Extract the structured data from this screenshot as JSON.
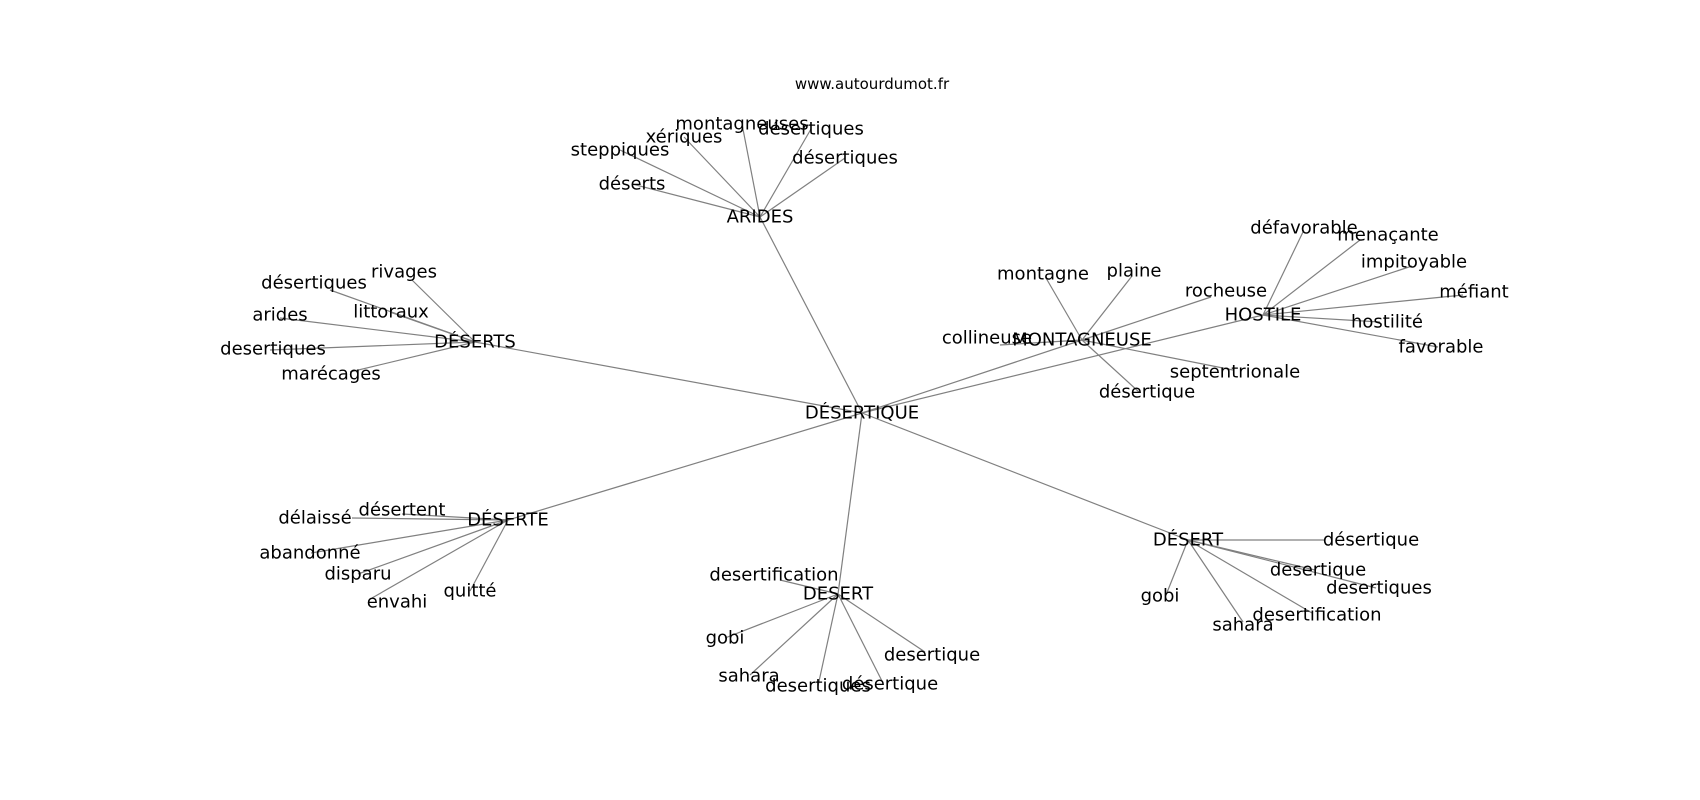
{
  "source_text": "www.autourdumot.fr",
  "colors": {
    "edge": "#808080",
    "text": "#000000",
    "background": "#ffffff"
  },
  "graph": {
    "center": "DÉSERTIQUE",
    "hubs": [
      {
        "id": "arides",
        "label": "ARIDES",
        "leaves": [
          "montagneuses",
          "xériques",
          "désertiques",
          "steppiques",
          "désertiques",
          "déserts"
        ]
      },
      {
        "id": "deserts",
        "label": "DÉSERTS",
        "leaves": [
          "rivages",
          "désertiques",
          "littoraux",
          "arides",
          "desertiques",
          "marécages"
        ]
      },
      {
        "id": "montagneuse",
        "label": "MONTAGNEUSE",
        "leaves": [
          "montagne",
          "plaine",
          "rocheuse",
          "collineuse",
          "septentrionale",
          "désertique"
        ]
      },
      {
        "id": "hostile",
        "label": "HOSTILE",
        "leaves": [
          "défavorable",
          "menaçante",
          "impitoyable",
          "méfiant",
          "hostilité",
          "favorable"
        ]
      },
      {
        "id": "deserte",
        "label": "DÉSERTE",
        "leaves": [
          "désertent",
          "délaissé",
          "abandonné",
          "disparu",
          "quitté",
          "envahi"
        ]
      },
      {
        "id": "desert-plain",
        "label": "DESERT",
        "leaves": [
          "desertification",
          "gobi",
          "sahara",
          "desertiques",
          "désertique",
          "desertique"
        ]
      },
      {
        "id": "desert-accent",
        "label": "DÉSERT",
        "leaves": [
          "désertique",
          "desertique",
          "desertiques",
          "gobi",
          "sahara",
          "desertification"
        ]
      }
    ]
  }
}
